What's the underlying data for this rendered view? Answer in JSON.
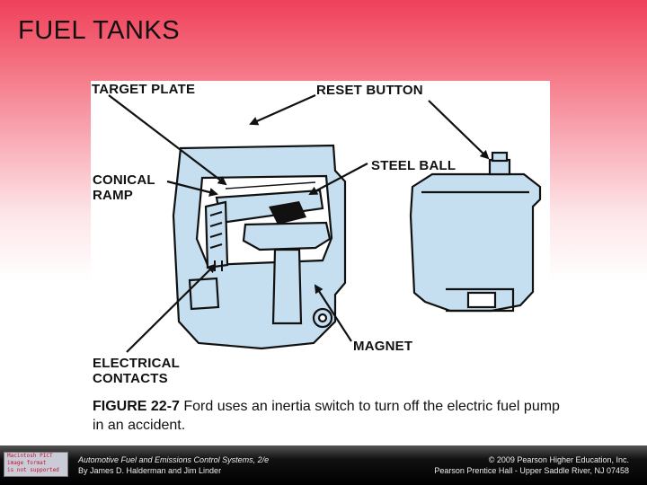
{
  "slide": {
    "title": "FUEL TANKS"
  },
  "diagram": {
    "labels": {
      "target_plate": "TARGET PLATE",
      "reset_button": "RESET BUTTON",
      "conical_ramp": "CONICAL\nRAMP",
      "steel_ball": "STEEL BALL",
      "electrical_contacts": "ELECTRICAL\nCONTACTS",
      "magnet": "MAGNET"
    },
    "colors": {
      "housing": "#c5dff0",
      "outline": "#111111",
      "ball": "#111111"
    }
  },
  "caption": {
    "figure": "FIGURE 22-7",
    "text": " Ford uses an inertia switch to turn off the electric fuel pump in an accident."
  },
  "footer": {
    "badge_lines": [
      "Macintosh PICT",
      "image format",
      "is not supported"
    ],
    "book_title": "Automotive Fuel and Emissions Control Systems, 2/e",
    "authors": "By James D. Halderman and Jim Linder",
    "copyright": "© 2009 Pearson Higher Education, Inc.",
    "publisher": "Pearson Prentice Hall - Upper Saddle River, NJ 07458"
  }
}
